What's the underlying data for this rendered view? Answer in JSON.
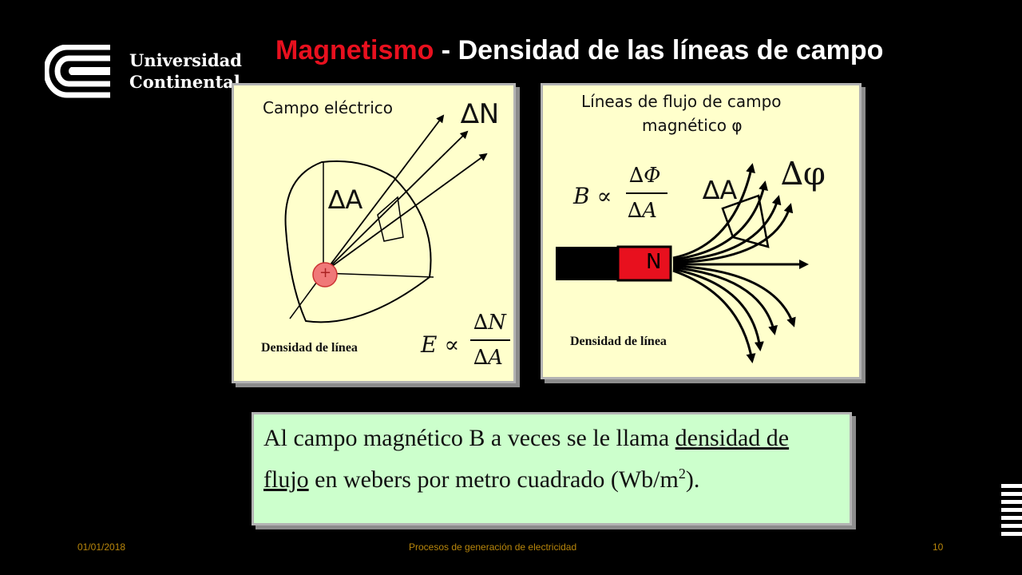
{
  "title": {
    "accent": "Magnetismo",
    "rest": " - Densidad de las líneas de campo"
  },
  "logo": {
    "line1": "Universidad",
    "line2": "Continental"
  },
  "left_panel": {
    "label": "Campo eléctrico",
    "delta_n": "∆N",
    "delta_a": "∆A",
    "charge": "+",
    "density": "Densidad de línea",
    "formula_lhs": "E ∝",
    "formula_num": "∆N",
    "formula_den": "∆A"
  },
  "right_panel": {
    "label_line1": "Líneas de flujo de campo",
    "label_line2": "magnético φ",
    "formula_lhs": "B ∝",
    "formula_num": "∆Φ",
    "formula_den": "∆A",
    "delta_a": "∆A",
    "delta_phi": "∆φ",
    "magnet_pole": "N",
    "density": "Densidad de línea"
  },
  "note": {
    "part1": "Al campo magnético B a veces se le llama ",
    "underlined": "densidad de flujo",
    "part2": " en webers por metro cuadrado (Wb/m",
    "superscript": "2",
    "part3": ")."
  },
  "footer": {
    "date": "01/01/2018",
    "center": "Procesos de generación de electricidad",
    "page": "10"
  },
  "colors": {
    "accent": "#e8101e",
    "panel_bg": "#ffffcc",
    "note_bg": "#ccffcc",
    "footer": "#b8860b",
    "magnet_red": "#e8101e"
  }
}
